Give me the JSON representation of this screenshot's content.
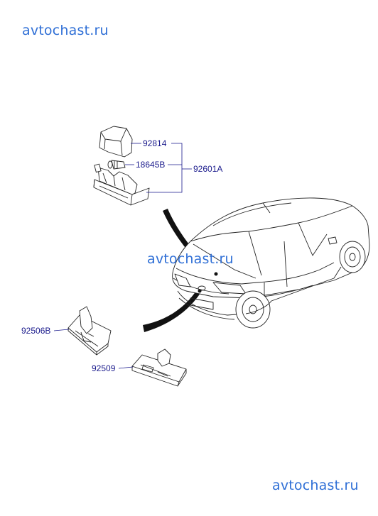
{
  "watermarks": [
    "avtochast.ru",
    "avtochast.ru",
    "avtochast.ru"
  ],
  "parts": {
    "p1": "92814",
    "p2": "18645B",
    "p3": "92601A",
    "p4": "92506B",
    "p5": "92509"
  }
}
